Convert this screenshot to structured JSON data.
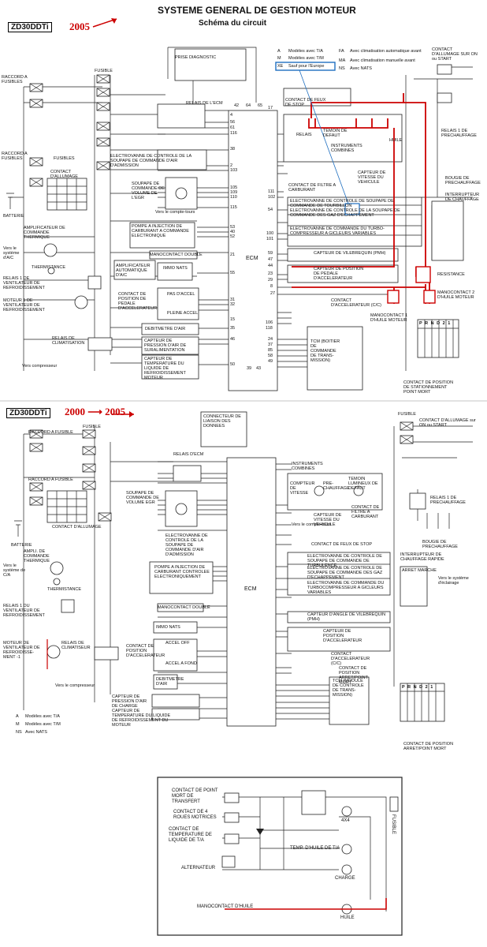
{
  "header": {
    "model_tag": "ZD30DDTi",
    "year_top": "2005",
    "title": "SYSTEME GENERAL DE GESTION MOTEUR",
    "subtitle": "Schéma du circuit"
  },
  "top_diagram": {
    "legend_left": [
      "Modèles avec T/A",
      "Modèles avec T/M",
      "Sauf pour l'Europe"
    ],
    "legend_codes_left": [
      "A",
      "M",
      "XE"
    ],
    "legend_right": [
      "Avec climatisation automatique avant",
      "Avec climatisation manuelle avant",
      "Avec NATS"
    ],
    "legend_codes_right": [
      "FA",
      "MA",
      "NS"
    ],
    "contact_allumage": "CONTACT D'ALLUMAGE SUR ON ou START",
    "labels": {
      "prise_diag": "PRISE DIAGNOSTIC",
      "raccord_fus_a": "RACCORD A FUSIBLES",
      "raccord_fus_b": "RACCORD A FUSIBLES",
      "fusible": "FUSIBLE",
      "fusibles": "FUSIBLES",
      "relais_ecm": "RELAIS DE L'ECM",
      "contact_feux": "CONTACT DE FEUX DE STOP",
      "temoin_defaut": "TEMOIN DE DEFAUT",
      "relais": "RELAIS",
      "instruments": "INSTRUMENTS COMBINES",
      "huile": "HUILE",
      "capteur_vitesse": "CAPTEUR DE VITESSE DU VEHICULE",
      "contact_filtre": "CONTACT DE FILTRE A CARBURANT",
      "relais1_prech": "RELAIS 1 DE PRECHAUFFAGE",
      "bougie": "BOUGIE DE PRECHAUFFAGE",
      "interrupteur_ch": "INTERRUPTEUR DE CHAUFFAGE",
      "batterie": "BATTERIE",
      "contact_allumage_lbl": "CONTACT D'ALLUMAGE",
      "ampli": "AMPLIFICATEUR DE COMMANDE THERMIQUE",
      "vers_ac": "Vers le système d'A/C",
      "thermistance": "THERMISTANCE",
      "relais1_vent": "RELAIS 1 DE VENTILATEUR DE REFROIDISSEMENT",
      "moteur1_vent": "MOTEUR 1 DE VENTILATEUR DE REFROIDISSEMENT",
      "relais_clim": "RELAIS DE CLIMATISATION",
      "vers_compresseur": "Vers compresseur",
      "electrovanne_air": "ELECTROVANNE DE CONTROLE DE LA SOUPAPE DE COMMANDE D'AIR D'ADMISSION",
      "soupape_egr": "SOUPAPE DE COMMANDE DE VOLUME DE L'EGR",
      "vers_compte": "Vers le compte-tours",
      "pompe": "POMPE A INJECTION DE CARBURANT A COMMANDE ELECTRONIQUE",
      "ecm": "ECM",
      "manocontact_double": "MANOCONTACT DOUBLE",
      "ampli_auto": "AMPLIFICATEUR AUTOMATIQUE D'A/C",
      "immo": "IMMO NATS",
      "contact_pedale": "CONTACT DE POSITION DE PEDALE D'ACCELERATEUR",
      "pas_accel": "PAS D'ACCEL",
      "pleine_accel": "PLEINE ACCEL",
      "debitmetre": "DEBITMETRE D'AIR",
      "capteur_pression": "CAPTEUR DE PRESSION D'AIR DE SURALIMENTATION",
      "capteur_temp": "CAPTEUR DE TEMPERATURE DU LIQUIDE DE REFROIDISSEMENT MOTEUR",
      "ev_tourbillon": "ELECTROVANNE DE CONTROLE DE SOUPAPE DE COMMANDE DE TOURBILLON",
      "ev_gaz": "ELECTROVANNE DE CONTROLE DE LA SOUPAPE DE COMMANDE DES GAZ D'ECHAPPEMENT",
      "ev_turbo": "ELECTROVANNE DE COMMANDE DU TURBO-COMPRESSEUR A GICLEURS VARIABLES",
      "capteur_vilebrequin": "CAPTEUR DE VILEBREQUIN (PMH)",
      "capteur_pos_pedale": "CAPTEUR DE POSITION DE PEDALE D'ACCELERATEUR",
      "resistance": "RESISTANCE",
      "manocontact2": "MANOCONTACT 2 D'HUILE MOTEUR",
      "contact_accel_cc": "CONTACT D'ACCELERATEUR (C/C)",
      "manocontact1": "MANOCONTACT 1 D'HUILE MOTEUR",
      "tcm": "TCM (BOITIER DE COMMANDE DE TRANS-MISSION)",
      "contact_position_stat": "CONTACT DE POSITION DE STATIONNEMENT POINT MORT",
      "prnd": [
        "P",
        "R",
        "N",
        "D",
        "2",
        "1"
      ]
    },
    "ecm_pins": [
      "42",
      "64",
      "65",
      "17",
      "4",
      "56",
      "61",
      "116",
      "38",
      "2",
      "103",
      "105",
      "109",
      "110",
      "115",
      "53",
      "40",
      "52",
      "21",
      "55",
      "31",
      "32",
      "15",
      "35",
      "46",
      "50",
      "111",
      "102",
      "54",
      "100",
      "101",
      "59",
      "47",
      "44",
      "23",
      "29",
      "8",
      "27",
      "106",
      "118",
      "24",
      "37",
      "85",
      "58",
      "49",
      "39",
      "43"
    ]
  },
  "bottom_diagram": {
    "model_tag": "ZD30DDTi",
    "years": "2000 ⟶ 2005",
    "labels": {
      "raccord": "RACCORD A FUSIBLE",
      "fusible": "FUSIBLE",
      "connecteur": "CONNECTEUR DE LIAISON DES DONNEES",
      "contact_allumage_top": "CONTACT D'ALLUMAGE sur ON ou START",
      "relais_ecm": "RELAIS D'ECM",
      "instruments": "INSTRUMENTS COMBINES",
      "compteur": "COMPTEUR DE VITESSE",
      "prechauffage": "PRE-CHAUFFAGE",
      "temoin": "TEMOIN LUMINEUX DE DEFAUT",
      "capteur_vitesse": "CAPTEUR DE VITESSE DU VEHICULE",
      "contact_filtre": "CONTACT DE FILTRE A CARBURANT",
      "relais1_prech": "RELAIS 1 DE PRECHAUFFAGE",
      "bougie": "BOUGIE DE PRECHAUFFAGE",
      "interrupteur": "INTERRUPTEUR DE CHAUFFAGE RAPIDE",
      "arret_marche": "ARRET MARCHE",
      "vers_eclairage": "Vers le système d'éclairage",
      "soupape_egr": "SOUPAPE DE COMMANDE DE VOLUME EGR",
      "electrovanne_air": "ELECTROVANNE DE CONTROLE DE LA SOUPAPE DE COMMANDE D'AIR D'ADMISSION",
      "vers_compte": "Vers le compte-tours",
      "contact_feux": "CONTACT DE FEUX DE STOP",
      "ev_tourbillon": "ELECTROVANNE DE CONTROLE DE SOUPAPE DE COMMANDE DE TURBULENCE",
      "ev_gaz": "ELECTROVANNE DE CONTROLE DE SOUPAPE DE COMMANDE DES GAZ D'ECHAPPEMENT",
      "ev_turbo": "ELECTROVANNE DE COMMANDE DU TURBOCOMPRESSEUR A GICLEURS VARIABLES",
      "batterie": "BATTERIE",
      "contact_allumage": "CONTACT D'ALLUMAGE",
      "ampli": "AMPLI. DE COMMANDE THERMIQUE",
      "vers_ca": "Vers le système de C/A",
      "thermistance": "THERMISTANCE",
      "pompe": "POMPE A INJECTION DE CARBURANT CONTROLEE ELECTRONIQUEMENT",
      "ecm": "ECM",
      "relais1_vent": "RELAIS 1 DU VENTILATEUR DE REFROIDISSEMENT",
      "moteur_vent": "MOTEUR DE VENTILATEUR DE REFROIDISSE-MENT -1",
      "relais_clim": "RELAIS DE CLIMATISEUR",
      "manocontact_double": "MANOCONTACT DOUBLE",
      "immo": "IMMO NATS",
      "capteur_vilebrequin": "CAPTEUR D'ANGLE DE VILEBREQUIN (PMH)",
      "contact_pos_accel": "CONTACT DE POSITION D'ACCELERATEUR",
      "accel_off": "ACCEL OFF",
      "accel_fond": "ACCEL A FOND",
      "capteur_pos": "CAPTEUR DE POSITION D'ACCELERATEUR",
      "contact_accel_cc": "CONTACT D'ACCELERATEUR (C/C)",
      "contact_arret": "CONTACT DE POSITION ARRET/POINT MORT",
      "vers_compresseur": "Vers le compresseur",
      "debitmetre": "DEBITMETRE D'AIR",
      "capteur_pression": "CAPTEUR DE PRESSION D'AIR DE CHARGE",
      "capteur_temp": "CAPTEUR DE TEMPERATURE DU LIQUIDE DE REFROIDISSEMENT DU MOTEUR",
      "tcm": "TCM (MODULE DE CONTROLE DE TRANS-MISSION)",
      "contact_arret2": "CONTACT DE POSITION ARRET/POINT MORT",
      "prnd": [
        "P",
        "R",
        "N",
        "D",
        "2",
        "1"
      ],
      "legend": [
        "Modèles avec T/A",
        "Modèles avec T/M",
        "Avec NATS"
      ],
      "legend_codes": [
        "A",
        "M",
        "NS"
      ]
    },
    "inset": {
      "contact_pmh": "CONTACT DE POINT MORT DE TRANSFERT",
      "contact_4roues": "CONTACT DE 4 ROUES MOTRICES",
      "contact_temp": "CONTACT DE TEMPERATURE DE LIQUIDE DE T/A",
      "alternateur": "ALTERNATEUR",
      "manocontact": "MANOCONTACT D'HUILE",
      "fusible": "FUSIBLE",
      "x4": "4X4",
      "temp_huile": "TEMP. D'HUILE DE T/A",
      "charge": "CHARGE",
      "huile": "HUILE"
    }
  },
  "colors": {
    "wire": "#222222",
    "highlight": "#cc0000",
    "legend_box": "#1f6fc0"
  }
}
